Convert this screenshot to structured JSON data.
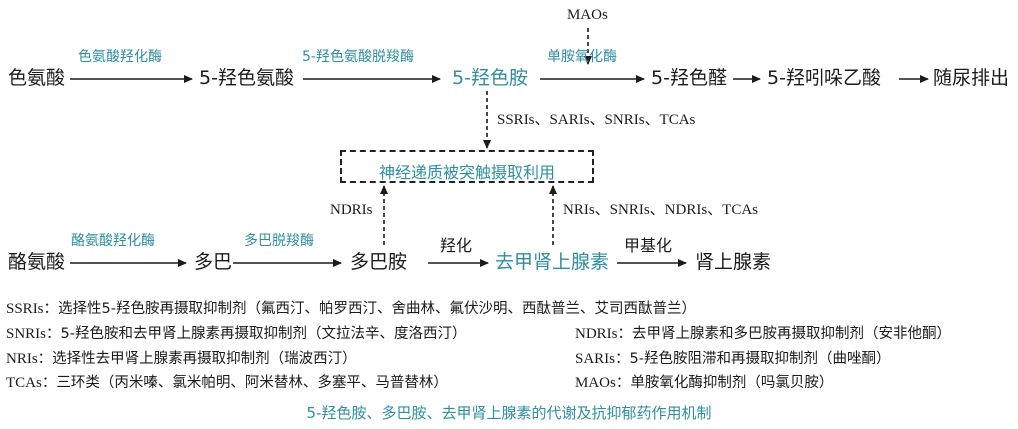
{
  "top_row": {
    "tryptophan": "色氨酸",
    "enzyme1": "色氨酸羟化酶",
    "htp": "5-羟色氨酸",
    "enzyme2": "5-羟色氨酸脱羧酶",
    "serotonin": "5-羟色胺",
    "enzyme3": "单胺氧化酶",
    "maos": "MAOs",
    "aldehyde": "5-羟色醛",
    "acid": "5-羟吲哚乙酸",
    "excretion": "随尿排出"
  },
  "uptake": {
    "drugs_top": "SSRIs、SARIs、SNRIs、TCAs",
    "box": "神经递质被突触摄取利用",
    "ndris": "NDRIs",
    "drugs_right": "NRIs、SNRIs、NDRIs、TCAs"
  },
  "bottom_row": {
    "tyrosine": "酪氨酸",
    "enzyme1": "酪氨酸羟化酶",
    "dopa": "多巴",
    "enzyme2": "多巴脱羧酶",
    "dopamine": "多巴胺",
    "hydroxylation": "羟化",
    "norepinephrine": "去甲肾上腺素",
    "methylation": "甲基化",
    "epinephrine": "肾上腺素"
  },
  "legend": [
    {
      "abbr": "SSRIs",
      "text": "：选择性5-羟色胺再摄取抑制剂（氟西汀、帕罗西汀、舍曲林、氟伏沙明、西酞普兰、艾司西酞普兰）"
    },
    {
      "abbr": "SNRIs",
      "text": "：5-羟色胺和去甲肾上腺素再摄取抑制剂（文拉法辛、度洛西汀）"
    },
    {
      "abbr": "NDRIs",
      "text": "：去甲肾上腺素和多巴胺再摄取抑制剂（安非他酮）"
    },
    {
      "abbr": "NRIs",
      "text": "：选择性去甲肾上腺素再摄取抑制剂（瑞波西汀）"
    },
    {
      "abbr": "SARIs",
      "text": "：5-羟色胺阻滞和再摄取抑制剂（曲唑酮）"
    },
    {
      "abbr": "TCAs",
      "text": "：三环类（丙米嗪、氯米帕明、阿米替林、多塞平、马普替林）"
    },
    {
      "abbr": "MAOs",
      "text": "：单胺氧化酶抑制剂（吗氯贝胺）"
    }
  ],
  "caption": "5-羟色胺、多巴胺、去甲肾上腺素的代谢及抗抑郁药作用机制",
  "colors": {
    "accent": "#2f8fa0",
    "text": "#1b1b1b"
  }
}
